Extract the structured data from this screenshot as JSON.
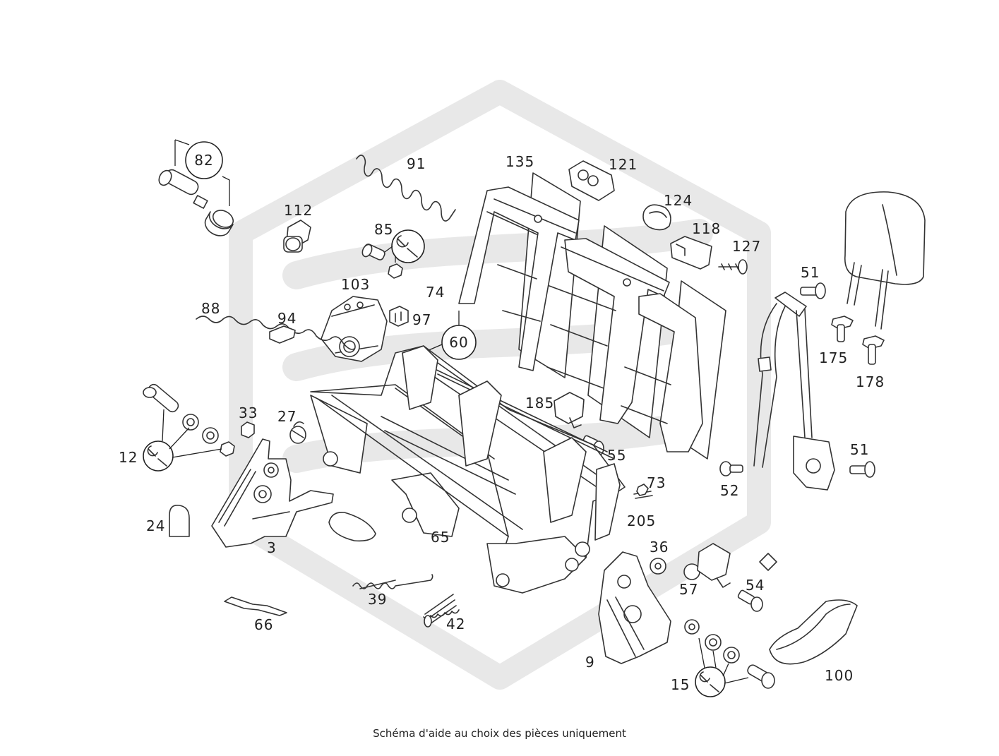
{
  "caption": "Schéma d'aide au choix des pièces uniquement",
  "icons": {
    "tool": "wrench-icon"
  },
  "labels": {
    "p82": "82",
    "p91": "91",
    "p135": "135",
    "p121": "121",
    "p124": "124",
    "p112": "112",
    "p85": "85",
    "p118": "118",
    "p127": "127",
    "p103": "103",
    "p74": "74",
    "p51a": "51",
    "p88": "88",
    "p94": "94",
    "p97": "97",
    "p60": "60",
    "p175": "175",
    "p178": "178",
    "p185": "185",
    "p33": "33",
    "p27": "27",
    "p12": "12",
    "p55": "55",
    "p51b": "51",
    "p73": "73",
    "p52": "52",
    "p24": "24",
    "p205": "205",
    "p3": "3",
    "p65": "65",
    "p36": "36",
    "p57": "57",
    "p54": "54",
    "p39": "39",
    "p66": "66",
    "p42": "42",
    "p9": "9",
    "p15": "15",
    "p100": "100"
  }
}
